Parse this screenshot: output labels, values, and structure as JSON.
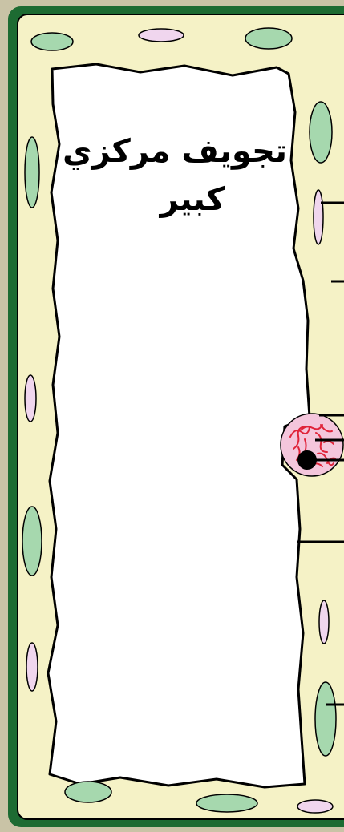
{
  "diagram": {
    "vacuole_label_line1": "تجويف مركزي",
    "vacuole_label_line2": "كبير",
    "colors": {
      "background": "#c9c3a6",
      "cell_wall": "#1d6b32",
      "cytoplasm": "#f5f2c6",
      "vacuole": "#ffffff",
      "chloroplast": "#a6d8ae",
      "small_organelle": "#f0d6ee",
      "nucleus": "#f4c6dc",
      "chromatin": "#e0243a",
      "nucleolus": "#000000",
      "outline": "#000000"
    },
    "icons": [
      "chloroplast-icon",
      "organelle-icon",
      "nucleus-icon",
      "nucleolus-icon"
    ],
    "pointer_lines": 7
  }
}
